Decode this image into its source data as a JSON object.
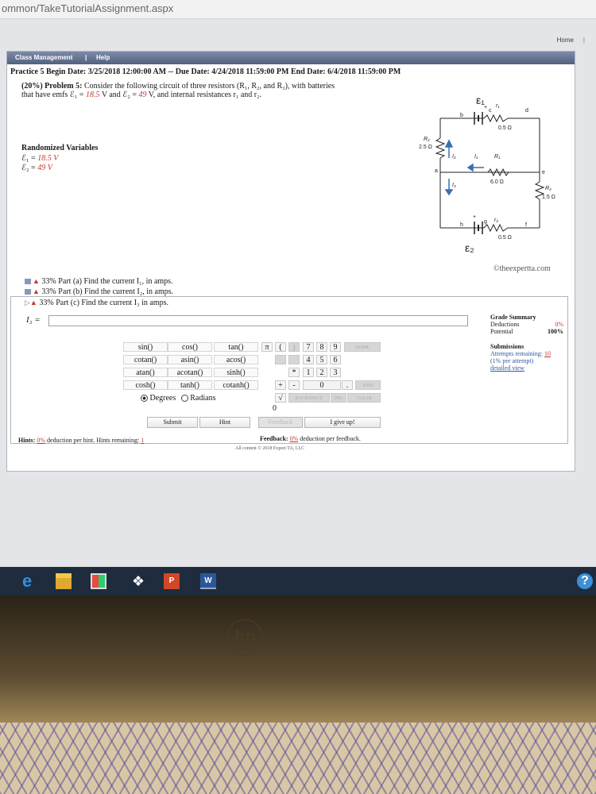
{
  "browser": {
    "url_text": "ommon/TakeTutorialAssignment.aspx"
  },
  "header": {
    "home_label": "Home",
    "home_sep": "|"
  },
  "nav": {
    "class_management": "Class Management",
    "sep": "|",
    "help": "Help"
  },
  "dates": {
    "text": "Practice 5 Begin Date: 3/25/2018 12:00:00 AM -- Due Date: 4/24/2018 11:59:00 PM End Date: 6/4/2018 11:59:00 PM"
  },
  "problem": {
    "prefix": "(20%) Problem 5:",
    "line1": "Consider the following circuit of three resistors (R₁, R₂, and R₃), with batteries",
    "line2_a": "that have emfs ℰ₁ = ",
    "e1_value": "18.5",
    "line2_b": " V and ℰ₂ = ",
    "e2_value": "49",
    "line2_c": " V, and internal resistances r₁ and r₂."
  },
  "randomized": {
    "title": "Randomized Variables",
    "e1_label": "ℰ₁ = ",
    "e1_value": "18.5 V",
    "e2_label": "ℰ₂ = ",
    "e2_value": "49 V"
  },
  "circuit": {
    "E1": "ε₁",
    "E2": "ε₂",
    "R2": "R₂",
    "R2_val": "2.5 Ω",
    "R1": "R₁",
    "R1_val": "6.0 Ω",
    "R3": "R₃",
    "R3_val": "1.5 Ω",
    "r1": "r₁",
    "r1_val": "0.5 Ω",
    "r2": "r₂",
    "r2_val": "0.5 Ω",
    "I1": "I₁",
    "I2": "I₂",
    "I3": "I₃",
    "node_a": "a",
    "node_b": "b",
    "node_c": "c",
    "node_d": "d",
    "node_e": "e",
    "node_f": "f",
    "node_g": "g",
    "node_h": "h",
    "plus": "+"
  },
  "copyright": "©theexpertta.com",
  "parts": [
    {
      "pct": "33%",
      "part": "Part (a)",
      "text": "Find the current I₁, in amps."
    },
    {
      "pct": "33%",
      "part": "Part (b)",
      "text": "Find the current I₂, in amps."
    },
    {
      "pct": "33%",
      "part": "Part (c)",
      "text": "Find the current I₃ in amps."
    }
  ],
  "answer": {
    "label": "I₃ =",
    "value": ""
  },
  "grade": {
    "title": "Grade Summary",
    "deductions_label": "Deductions",
    "deductions_value": "0%",
    "potential_label": "Potential",
    "potential_value": "100%",
    "submissions_title": "Submissions",
    "attempts_text": "Attempts remaining: ",
    "attempts_value": "10",
    "per_attempt": "(1% per attempt)",
    "detailed": "detailed view"
  },
  "calculator": {
    "functions": [
      [
        "sin()",
        "cos()",
        "tan()"
      ],
      [
        "cotan()",
        "asin()",
        "acos()"
      ],
      [
        "atan()",
        "acotan()",
        "sinh()"
      ],
      [
        "cosh()",
        "tanh()",
        "cotanh()"
      ]
    ],
    "pi": "π",
    "open_paren": "(",
    "close_paren": ")",
    "digits": [
      [
        "7",
        "8",
        "9"
      ],
      [
        "4",
        "5",
        "6"
      ],
      [
        "1",
        "2",
        "3"
      ]
    ],
    "zero": "0",
    "mult": "*",
    "plus": "+",
    "minus": "-",
    "sqrt": "√",
    "dot": ".",
    "home": "HOME",
    "end": "END",
    "backspace": "BACKSPACE",
    "del": "DEL",
    "clear": "CLEAR",
    "degrees": "Degrees",
    "radians": "Radians",
    "submit": "Submit",
    "hint": "Hint",
    "feedback": "Feedback",
    "give_up": "I give up!",
    "under_zero": "0"
  },
  "hints": {
    "label": "Hints:",
    "pct": "0%",
    "text": " deduction per hint. Hints remaining: ",
    "remaining": "1"
  },
  "feedback_line": {
    "label": "Feedback:",
    "pct": "0%",
    "text": " deduction per feedback."
  },
  "footer": "All content © 2018 Expert TA, LLC",
  "laptop": {
    "brand": "hp"
  }
}
